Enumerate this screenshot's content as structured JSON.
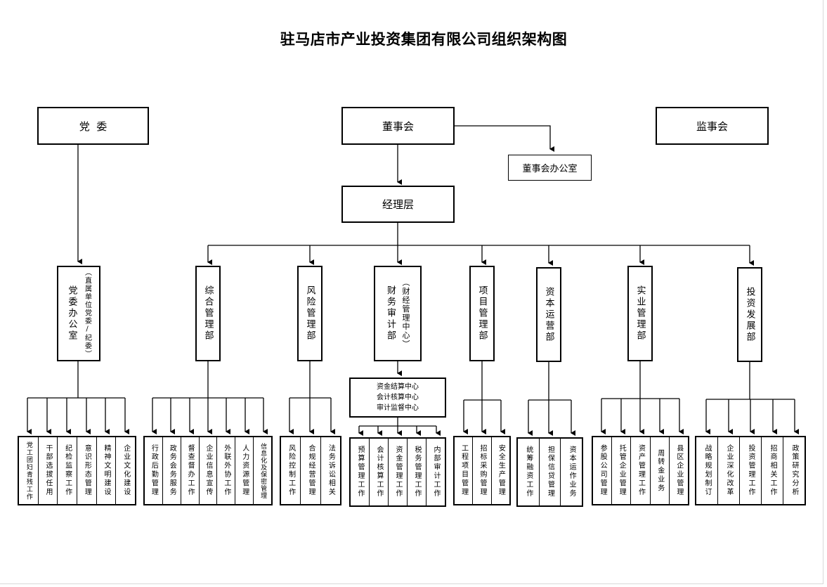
{
  "title": "驻马店市产业投资集团有限公司组织架构图",
  "top": {
    "party": "党  委",
    "board": "董事会",
    "supervisors": "监事会",
    "board_office": "董事会办公室",
    "management": "经理层"
  },
  "departments": [
    {
      "name": "党委办公室",
      "note": "（直属单位党委/纪委）",
      "items": [
        "党工团妇青残工作",
        "干部选拔任用",
        "纪检监察工作",
        "意识形态管理",
        "精神文明建设",
        "企业文化建设"
      ]
    },
    {
      "name": "综合管理部",
      "note": "",
      "items": [
        "行政后勤管理",
        "政务会务服务",
        "督查督办工作",
        "企业信息宣传",
        "外联外协工作",
        "人力资源管理",
        "信息化及保密管理"
      ]
    },
    {
      "name": "风险管理部",
      "note": "",
      "items": [
        "风险控制工作",
        "合规经营管理",
        "法务诉讼相关"
      ]
    },
    {
      "name": "财务审计部",
      "note": "（财经管理中心）",
      "centers": [
        "资金结算中心",
        "会计核算中心",
        "审计监督中心"
      ],
      "items": [
        "预算管理工作",
        "会计核算工作",
        "资金管理工作",
        "税务管理工作",
        "内部审计工作"
      ]
    },
    {
      "name": "项目管理部",
      "note": "",
      "items": [
        "工程项目管理",
        "招标采购管理",
        "安全生产管理"
      ]
    },
    {
      "name": "资本运营部",
      "note": "",
      "items": [
        "统筹融资工作",
        "担保信贷管理",
        "资本运作业务"
      ]
    },
    {
      "name": "实业管理部",
      "note": "",
      "items": [
        "参股公司管理",
        "托管企业管理",
        "资产管理工作",
        "周转金业务",
        "县区企业管理"
      ]
    },
    {
      "name": "投资发展部",
      "note": "",
      "items": [
        "战略规划制订",
        "企业深化改革",
        "投资管理工作",
        "招商相关工作",
        "政策研究分析"
      ]
    }
  ]
}
